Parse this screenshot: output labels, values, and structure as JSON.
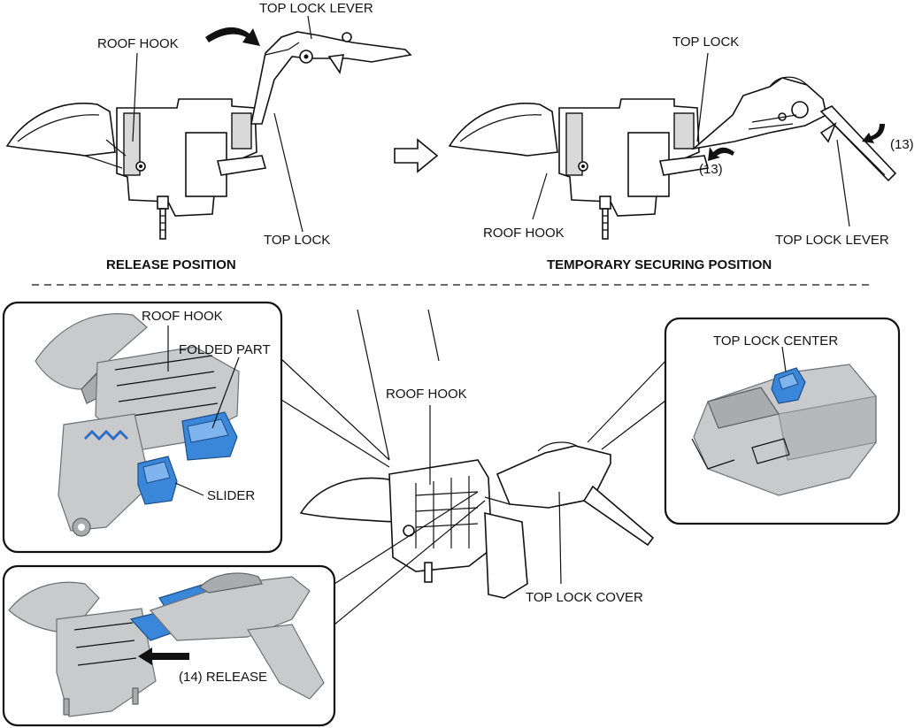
{
  "top_left": {
    "labels": {
      "top_lock_lever": "TOP LOCK LEVER",
      "roof_hook": "ROOF HOOK",
      "top_lock": "TOP LOCK"
    },
    "caption": "RELEASE POSITION"
  },
  "top_right": {
    "labels": {
      "top_lock": "TOP LOCK",
      "step_a": "(13)",
      "step_b": "(13)",
      "roof_hook": "ROOF HOOK",
      "top_lock_lever": "TOP LOCK LEVER"
    },
    "caption": "TEMPORARY SECURING POSITION"
  },
  "detail_left_top": {
    "labels": {
      "roof_hook": "ROOF HOOK",
      "folded_part": "FOLDED PART",
      "slider": "SLIDER"
    }
  },
  "detail_left_bottom": {
    "labels": {
      "release": "(14) RELEASE"
    }
  },
  "center_view": {
    "labels": {
      "roof_hook": "ROOF HOOK",
      "top_lock_cover": "TOP LOCK COVER"
    }
  },
  "detail_right": {
    "labels": {
      "top_lock_center": "TOP LOCK CENTER"
    }
  },
  "colors": {
    "highlight": "#3a86d8",
    "metal": "#c8cacc",
    "line": "#111111"
  }
}
